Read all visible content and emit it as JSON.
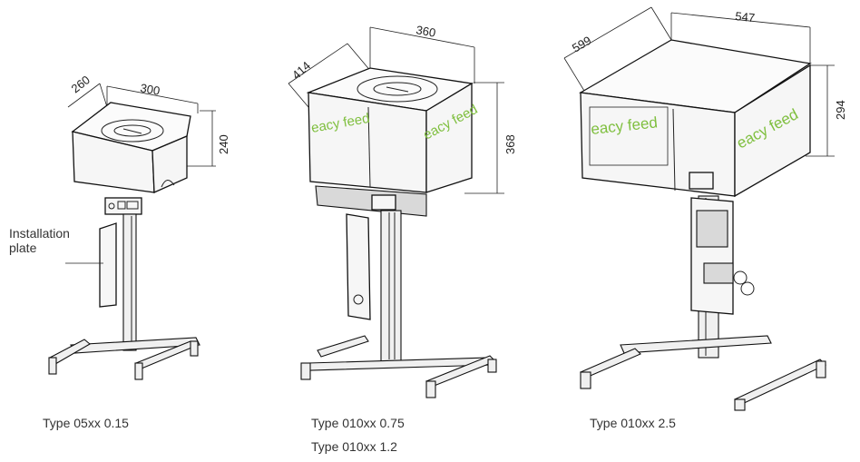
{
  "installation_label": [
    "Installation",
    "plate"
  ],
  "units": [
    {
      "dims": {
        "depth": "260",
        "width": "300",
        "height": "240"
      },
      "captions": [
        "Type 05xx 0.15"
      ]
    },
    {
      "dims": {
        "depth": "414",
        "width": "360",
        "height": "368"
      },
      "logo": "eacy feed",
      "captions": [
        "Type 010xx 0.75",
        "Type 010xx 1.2"
      ]
    },
    {
      "dims": {
        "depth": "599",
        "width": "547",
        "height": "294"
      },
      "logo": "eacy feed",
      "captions": [
        "Type 010xx 2.5"
      ]
    }
  ],
  "colors": {
    "logo": "#7fbf3f",
    "line": "#111111"
  }
}
